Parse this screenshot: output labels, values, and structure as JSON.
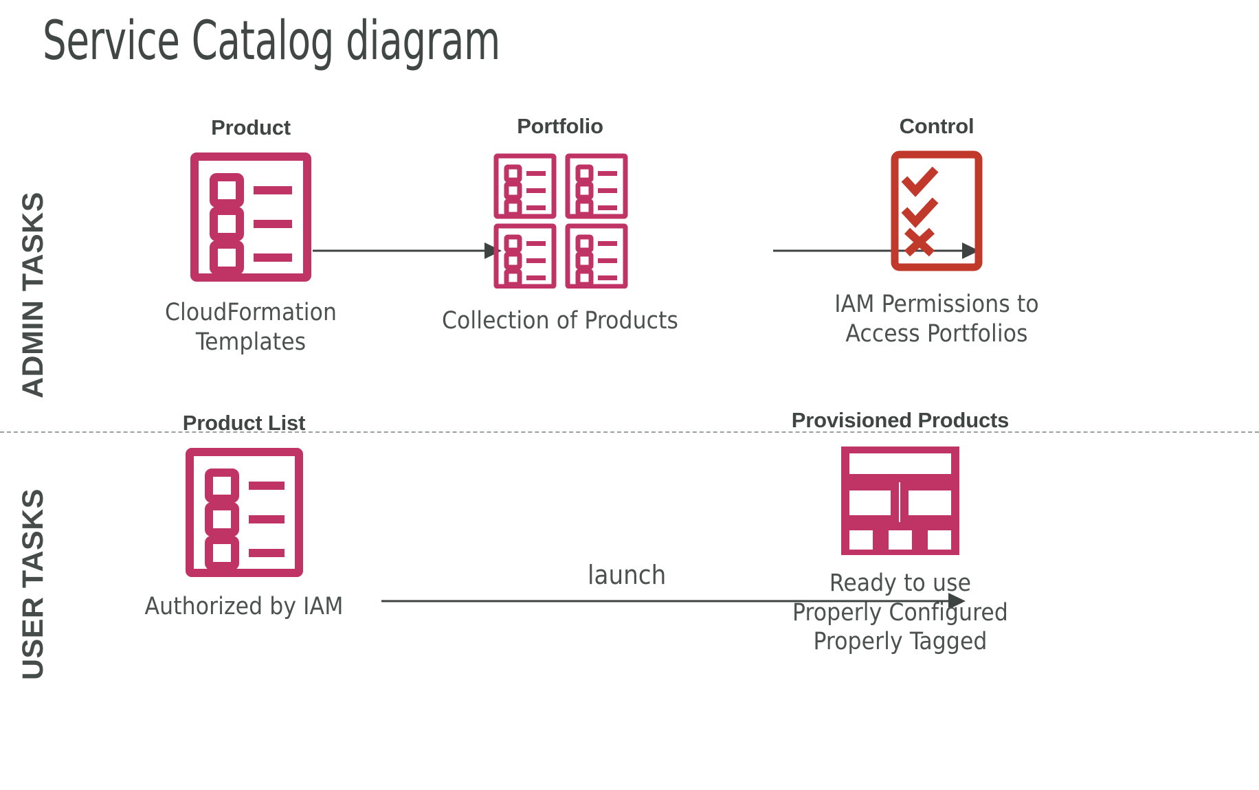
{
  "title": "Service Catalog diagram",
  "colors": {
    "crimson": "#BF3465",
    "red": "#C0392B",
    "text_dark": "#3E4543",
    "text_body": "#4A514F",
    "arrow": "#3C4341",
    "divider": "#9AA09E",
    "background": "#FFFFFF"
  },
  "rows": {
    "admin": {
      "label": "ADMIN TASKS"
    },
    "user": {
      "label": "USER TASKS"
    }
  },
  "nodes": {
    "product": {
      "title": "Product",
      "caption": "CloudFormation\nTemplates",
      "icon": "checklist-document-icon"
    },
    "portfolio": {
      "title": "Portfolio",
      "caption": "Collection of Products",
      "icon": "checklist-document-grid-icon"
    },
    "control": {
      "title": "Control",
      "caption": "IAM Permissions to\nAccess Portfolios",
      "icon": "checklist-approval-icon"
    },
    "product_list": {
      "title": "Product List",
      "caption": "Authorized by IAM",
      "icon": "checklist-document-icon"
    },
    "provisioned_products": {
      "title": "Provisioned Products",
      "caption": "Ready to use\nProperly Configured\nProperly Tagged",
      "icon": "layout-blocks-icon"
    }
  },
  "arrows": {
    "product_to_portfolio": {
      "label": ""
    },
    "portfolio_to_control": {
      "label": ""
    },
    "list_to_provisioned": {
      "label": "launch"
    }
  }
}
